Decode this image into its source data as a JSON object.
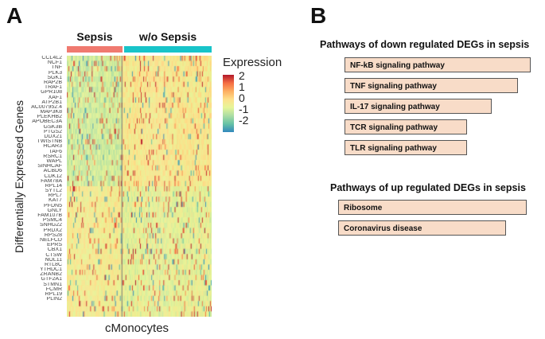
{
  "panel_a": {
    "letter": "A",
    "groups": [
      {
        "label": "Sepsis",
        "color": "#f07a70",
        "fraction": 0.38
      },
      {
        "label": "w/o Sepsis",
        "color": "#18c4c9",
        "fraction": 0.62
      }
    ],
    "ylabel": "Differentially Expressed Genes",
    "xlabel": "cMonocytes",
    "legend": {
      "title": "Expression",
      "ticks": [
        "2",
        "1",
        "0",
        "-1",
        "-2"
      ],
      "colors": [
        "#b2182b",
        "#f46d43",
        "#fdae61",
        "#fee08b",
        "#e6f598",
        "#abdda4",
        "#66c2a5",
        "#3288bd"
      ]
    },
    "genes": [
      "CCL4L2",
      "NCF1",
      "TNF",
      "PLK3",
      "SGK1",
      "RAP2B",
      "TRAF1",
      "GPR108",
      "XAF1",
      "ATP2B1",
      "AC007952.4",
      "MAP3K8",
      "PLEKHB2",
      "APOBEC3A",
      "GSK3B",
      "PTGS2",
      "DDX21",
      "TWISTNB",
      "HCAR3",
      "TAF6",
      "RSRC1",
      "WAPL",
      "SINHCAF",
      "ACBD6",
      "CDK12",
      "FAM78A",
      "RPL14",
      "SYTL2",
      "RPL7",
      "KAT7",
      "PFDN5",
      "GNLY",
      "FAM107B",
      "PSMC4",
      "SNHG22",
      "PRDX2",
      "RPS28",
      "NELFCD",
      "EPRS",
      "CBX1",
      "CTSW",
      "NOL11",
      "RTL8C",
      "YTHDC1",
      "ZRANB2",
      "GTF2A1",
      "STMN1",
      "FCMR",
      "RPL19",
      "PLIN2"
    ]
  },
  "panel_b": {
    "letter": "B",
    "down_title": "Pathways of down regulated DEGs in sepsis",
    "down_pathways": [
      {
        "label": "NF-kB signaling pathway",
        "value": 1.0
      },
      {
        "label": "TNF signaling pathway",
        "value": 0.93
      },
      {
        "label": "IL-17 signaling pathway",
        "value": 0.79
      },
      {
        "label": "TCR signaling pathway",
        "value": 0.66
      },
      {
        "label": "TLR signaling pathway",
        "value": 0.66
      }
    ],
    "up_title": "Pathways of up regulated DEGs in sepsis",
    "up_pathways": [
      {
        "label": "Ribosome",
        "value": 1.0
      },
      {
        "label": "Coronavirus disease",
        "value": 0.89
      }
    ]
  }
}
